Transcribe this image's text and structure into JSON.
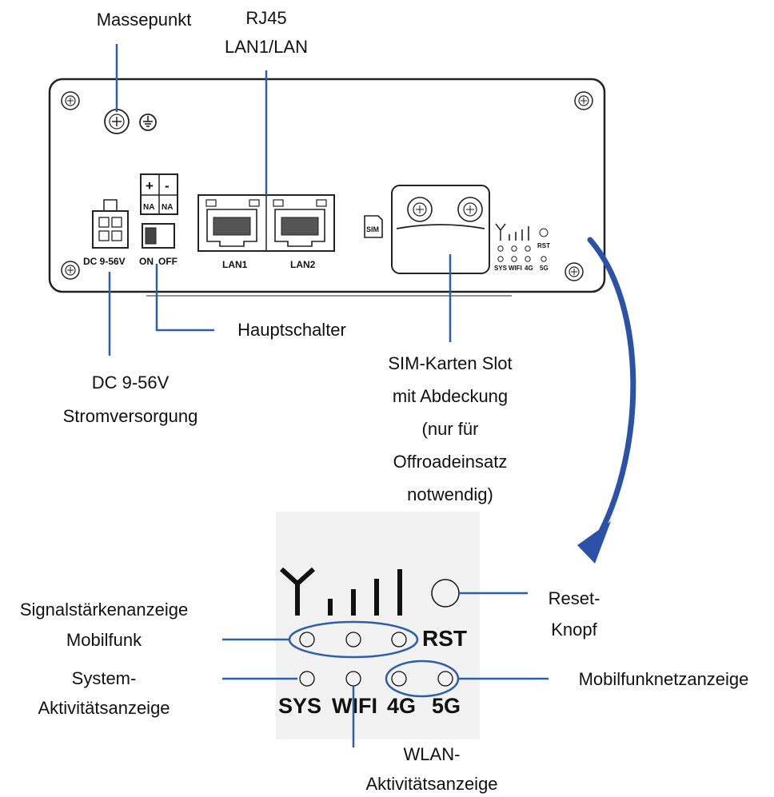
{
  "labels": {
    "ground_point": "Massepunkt",
    "rj45_line1": "RJ45",
    "rj45_line2": "LAN1/LAN",
    "main_switch": "Hauptschalter",
    "power_line1": "DC 9-56V",
    "power_line2": "Stromversorgung",
    "sim_line1": "SIM-Karten Slot",
    "sim_line2": "mit Abdeckung",
    "sim_line3": "(nur für",
    "sim_line4": "Offroadeinsatz",
    "sim_line5": "notwendig)",
    "reset_line1": "Reset-",
    "reset_line2": "Knopf",
    "signal_line1": "Signalstärkenanzeige",
    "signal_line2": "Mobilfunk",
    "system_line1": "System-",
    "system_line2": "Aktivitätsanzeige",
    "mobile_net": "Mobilfunknetzanzeige",
    "wlan_line1": "WLAN-",
    "wlan_line2": "Aktivitätsanzeige"
  },
  "device_markings": {
    "dc": "DC 9-56V",
    "on": "ON",
    "off": "OFF",
    "lan1": "LAN1",
    "lan2": "LAN2",
    "sim": "SIM",
    "rst": "RST",
    "sys": "SYS",
    "wifi": "WIFI",
    "g4": "4G",
    "g5": "5G",
    "plus": "+",
    "minus": "-",
    "na1": "NA",
    "na2": "NA"
  },
  "colors": {
    "callout": "#2f5ea8",
    "arrow": "#2b52a6",
    "outline": "#222222"
  }
}
